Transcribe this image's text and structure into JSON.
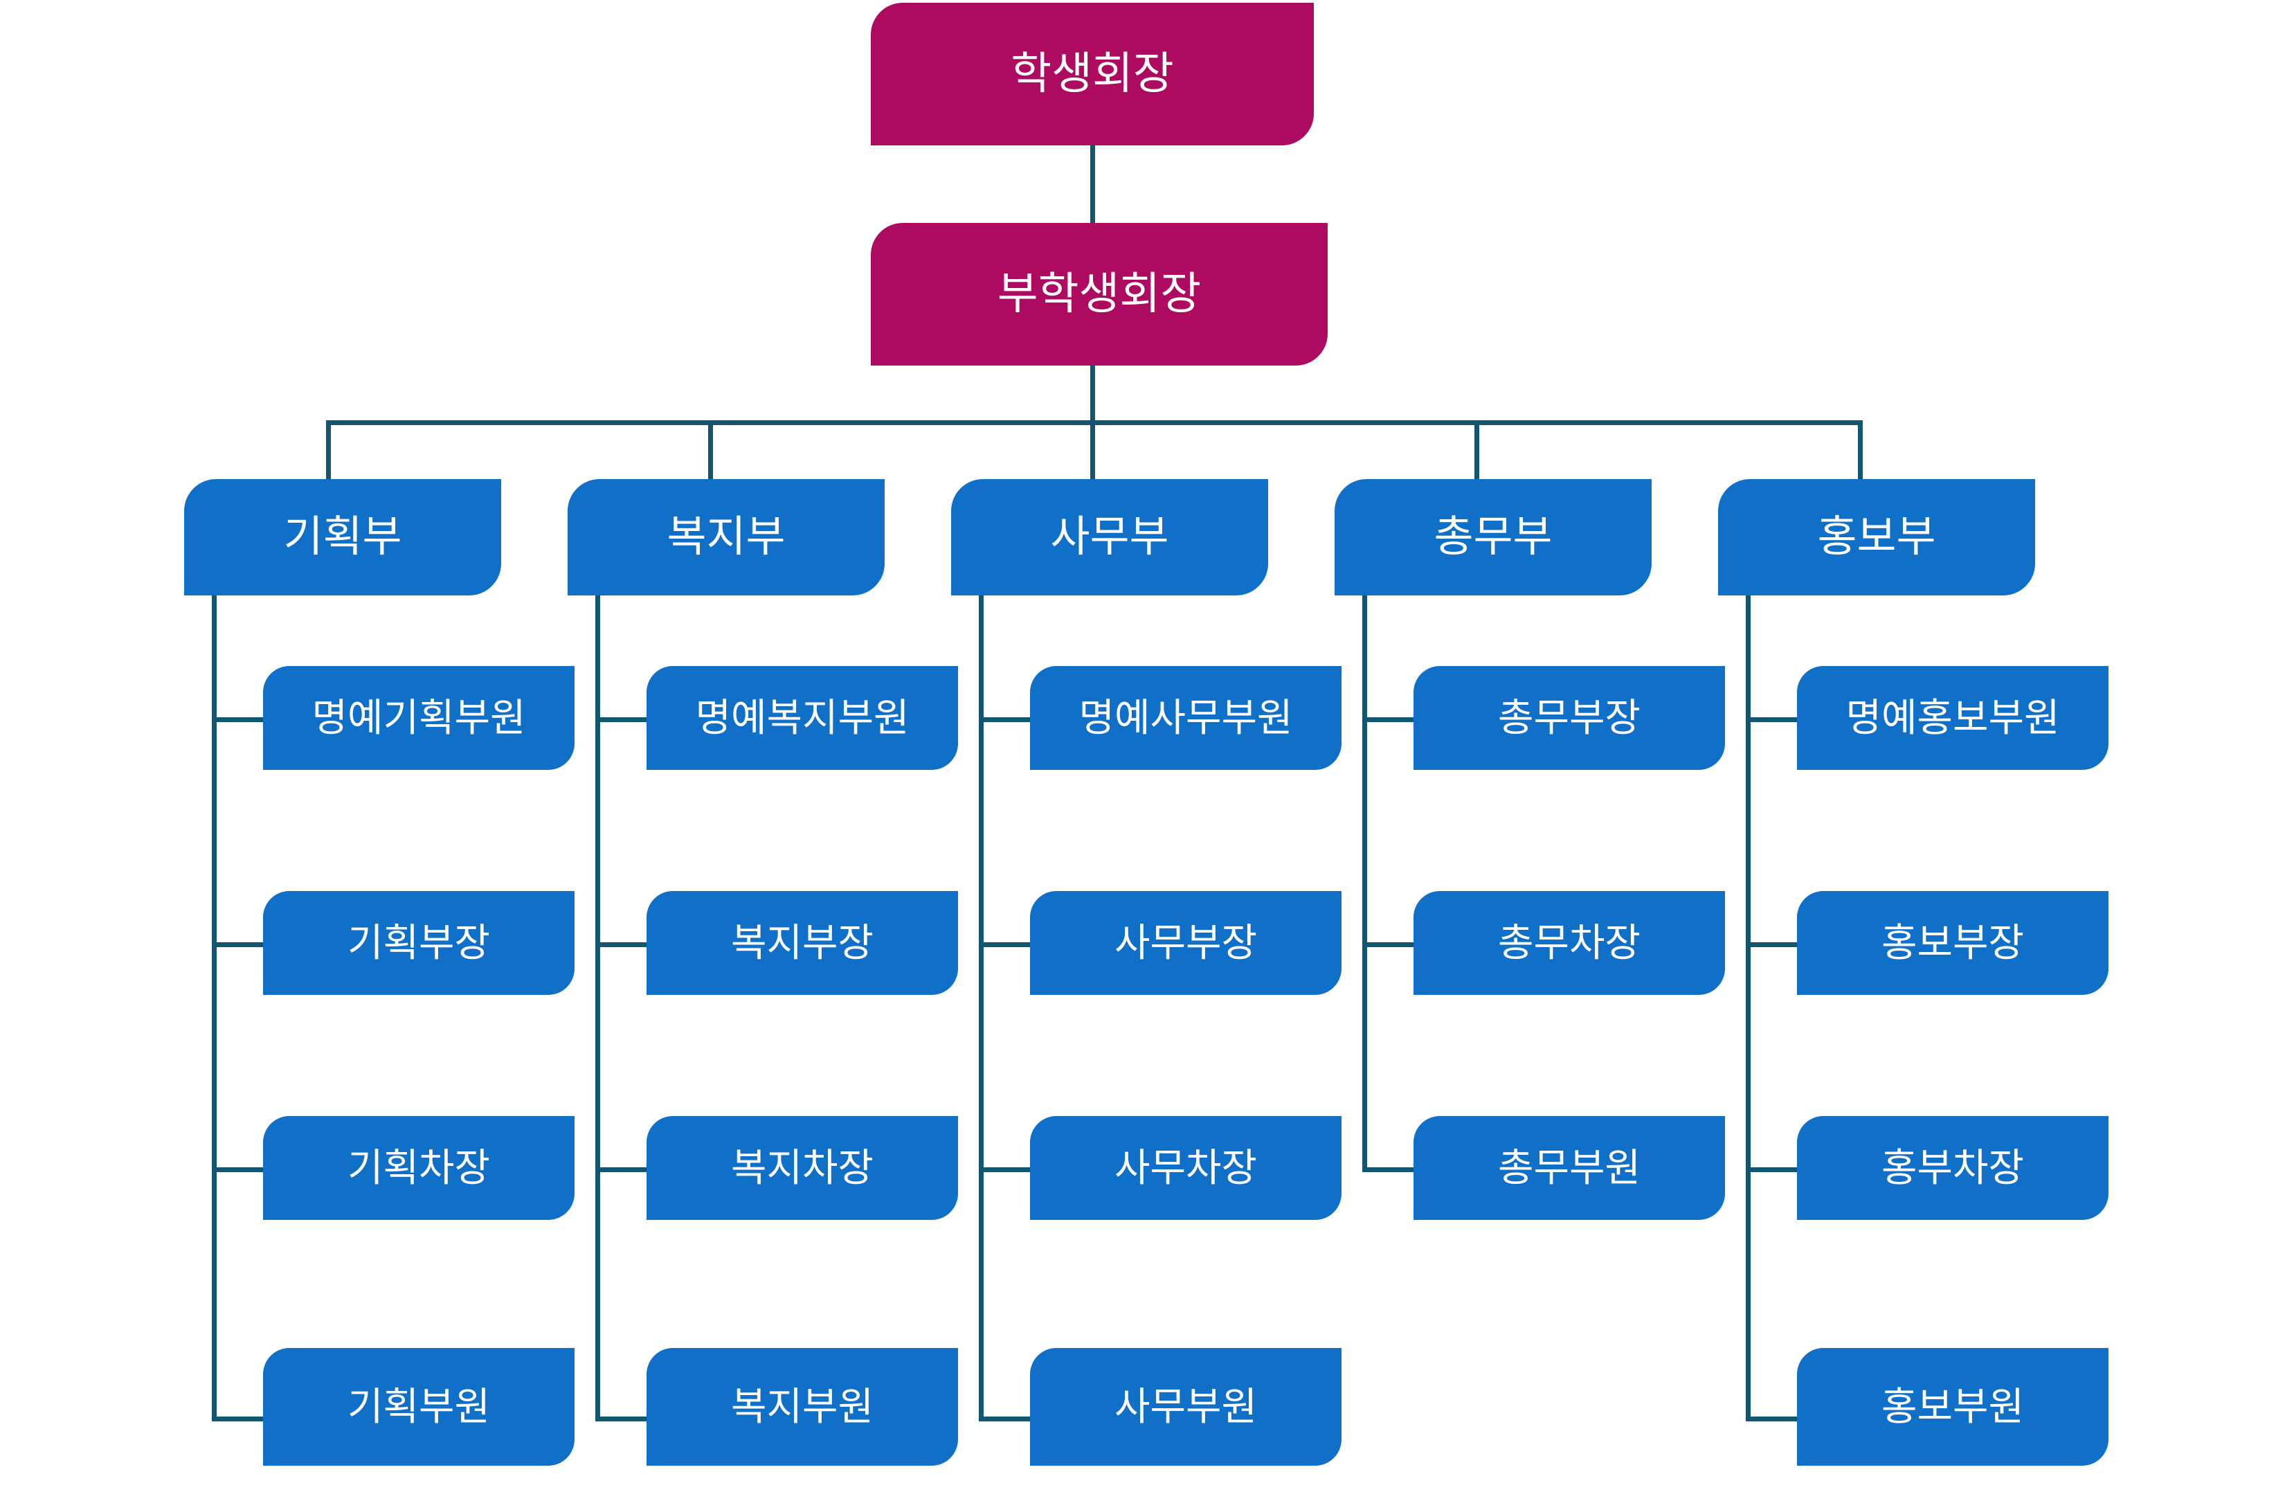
{
  "chart_data": {
    "type": "diagram",
    "diagram_kind": "organization-chart",
    "title": "",
    "colors": {
      "executive_box": "#AD0B60",
      "department_box": "#1070C8",
      "child_box": "#1070C8",
      "connector_line": "#13556E",
      "label_text": "#FFFFFF",
      "background": "#FFFFFF"
    },
    "levels": [
      {
        "level": 1,
        "nodes": [
          "학생회장"
        ]
      },
      {
        "level": 2,
        "nodes": [
          "부학생회장"
        ]
      },
      {
        "level": 3,
        "nodes": [
          "기획부",
          "복지부",
          "사무부",
          "총무부",
          "홍보부"
        ]
      },
      {
        "level": 4,
        "nodes": [
          "명예기획부원",
          "기획부장",
          "기획차장",
          "기획부원",
          "명예복지부원",
          "복지부장",
          "복지차장",
          "복지부원",
          "명예사무부원",
          "사무부장",
          "사무차장",
          "사무부원",
          "총무부장",
          "총무차장",
          "총무부원",
          "명예홍보부원",
          "홍보부장",
          "홍부차장",
          "홍보부원"
        ]
      }
    ],
    "edges": [
      {
        "from": "학생회장",
        "to": "부학생회장"
      },
      {
        "from": "부학생회장",
        "to": "기획부"
      },
      {
        "from": "부학생회장",
        "to": "복지부"
      },
      {
        "from": "부학생회장",
        "to": "사무부"
      },
      {
        "from": "부학생회장",
        "to": "총무부"
      },
      {
        "from": "부학생회장",
        "to": "홍보부"
      },
      {
        "from": "기획부",
        "to": "명예기획부원"
      },
      {
        "from": "기획부",
        "to": "기획부장"
      },
      {
        "from": "기획부",
        "to": "기획차장"
      },
      {
        "from": "기획부",
        "to": "기획부원"
      },
      {
        "from": "복지부",
        "to": "명예복지부원"
      },
      {
        "from": "복지부",
        "to": "복지부장"
      },
      {
        "from": "복지부",
        "to": "복지차장"
      },
      {
        "from": "복지부",
        "to": "복지부원"
      },
      {
        "from": "사무부",
        "to": "명예사무부원"
      },
      {
        "from": "사무부",
        "to": "사무부장"
      },
      {
        "from": "사무부",
        "to": "사무차장"
      },
      {
        "from": "사무부",
        "to": "사무부원"
      },
      {
        "from": "총무부",
        "to": "총무부장"
      },
      {
        "from": "총무부",
        "to": "총무차장"
      },
      {
        "from": "총무부",
        "to": "총무부원"
      },
      {
        "from": "홍보부",
        "to": "명예홍보부원"
      },
      {
        "from": "홍보부",
        "to": "홍보부장"
      },
      {
        "from": "홍보부",
        "to": "홍부차장"
      },
      {
        "from": "홍보부",
        "to": "홍보부원"
      }
    ]
  },
  "org": {
    "president": {
      "label": "학생회장"
    },
    "vice_president": {
      "label": "부학생회장"
    },
    "departments": [
      {
        "label": "기획부",
        "children": [
          {
            "label": "명예기획부원"
          },
          {
            "label": "기획부장"
          },
          {
            "label": "기획차장"
          },
          {
            "label": "기획부원"
          }
        ]
      },
      {
        "label": "복지부",
        "children": [
          {
            "label": "명예복지부원"
          },
          {
            "label": "복지부장"
          },
          {
            "label": "복지차장"
          },
          {
            "label": "복지부원"
          }
        ]
      },
      {
        "label": "사무부",
        "children": [
          {
            "label": "명예사무부원"
          },
          {
            "label": "사무부장"
          },
          {
            "label": "사무차장"
          },
          {
            "label": "사무부원"
          }
        ]
      },
      {
        "label": "총무부",
        "children": [
          {
            "label": "총무부장"
          },
          {
            "label": "총무차장"
          },
          {
            "label": "총무부원"
          }
        ]
      },
      {
        "label": "홍보부",
        "children": [
          {
            "label": "명예홍보부원"
          },
          {
            "label": "홍보부장"
          },
          {
            "label": "홍부차장"
          },
          {
            "label": "홍보부원"
          }
        ]
      }
    ]
  }
}
